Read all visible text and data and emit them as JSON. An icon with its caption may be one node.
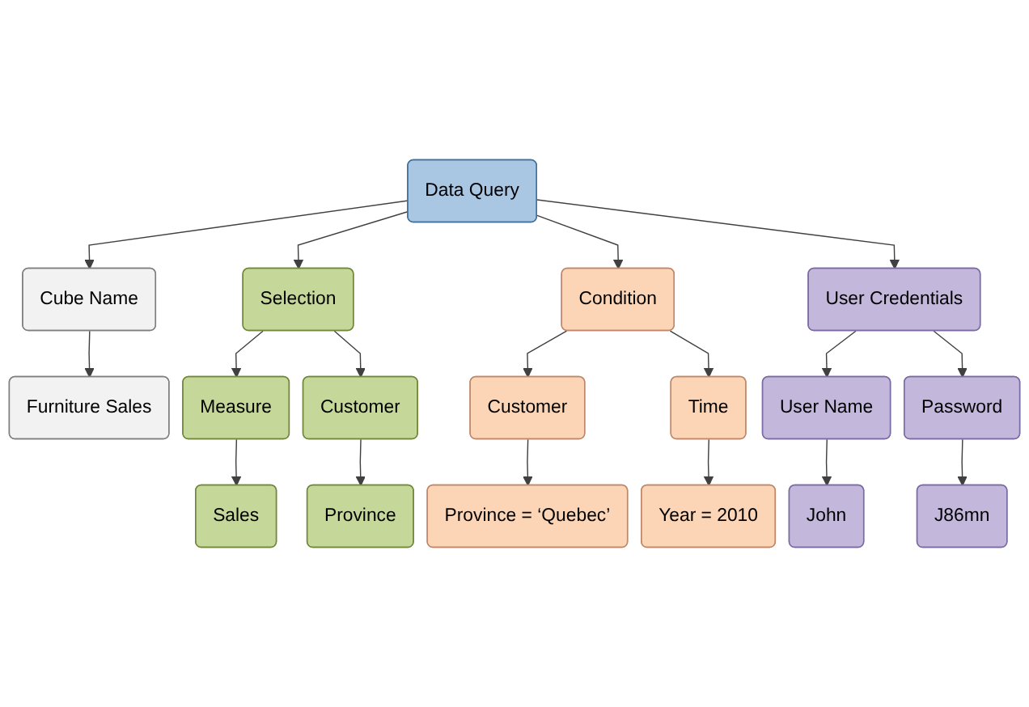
{
  "diagram": {
    "nodes": [
      {
        "text": [
          "Data Query"
        ]
      },
      {
        "text": [
          "Cube Name"
        ]
      },
      {
        "text": [
          "Selection"
        ]
      },
      {
        "text": [
          "Condition"
        ]
      },
      {
        "text": [
          "User Credentials"
        ]
      },
      {
        "text": [
          "Furniture Sales"
        ]
      },
      {
        "text": [
          "Measure"
        ]
      },
      {
        "text": [
          "Customer"
        ]
      },
      {
        "text": [
          "Customer"
        ]
      },
      {
        "text": [
          "Time"
        ]
      },
      {
        "text": [
          "User Name"
        ]
      },
      {
        "text": [
          "Password"
        ]
      },
      {
        "text": [
          "Sales"
        ]
      },
      {
        "text": [
          "Province"
        ]
      },
      {
        "text": [
          "Province = ‘Quebec’"
        ]
      },
      {
        "text": [
          "Year = 2010"
        ]
      },
      {
        "text": [
          "John"
        ]
      },
      {
        "text": [
          "J86mn"
        ]
      }
    ],
    "edges": [
      {
        "from": 0,
        "to": 1,
        "arrow": "to"
      },
      {
        "from": 0,
        "to": 2,
        "arrow": "to"
      },
      {
        "from": 0,
        "to": 3,
        "arrow": "to"
      },
      {
        "from": 0,
        "to": 4,
        "arrow": "to"
      },
      {
        "from": 1,
        "to": 5,
        "arrow": "to"
      },
      {
        "from": 2,
        "to": 6,
        "arrow": "to"
      },
      {
        "from": 2,
        "to": 7,
        "arrow": "to"
      },
      {
        "from": 3,
        "to": 8,
        "arrow": "to"
      },
      {
        "from": 3,
        "to": 9,
        "arrow": "to"
      },
      {
        "from": 4,
        "to": 10,
        "arrow": "to"
      },
      {
        "from": 4,
        "to": 11,
        "arrow": "to"
      },
      {
        "from": 6,
        "to": 12,
        "arrow": "to"
      },
      {
        "from": 7,
        "to": 13,
        "arrow": "to"
      },
      {
        "from": 8,
        "to": 14,
        "arrow": "to"
      },
      {
        "from": 9,
        "to": 15,
        "arrow": "to"
      },
      {
        "from": 10,
        "to": 16,
        "arrow": "to"
      },
      {
        "from": 11,
        "to": 17,
        "arrow": "to"
      }
    ]
  }
}
